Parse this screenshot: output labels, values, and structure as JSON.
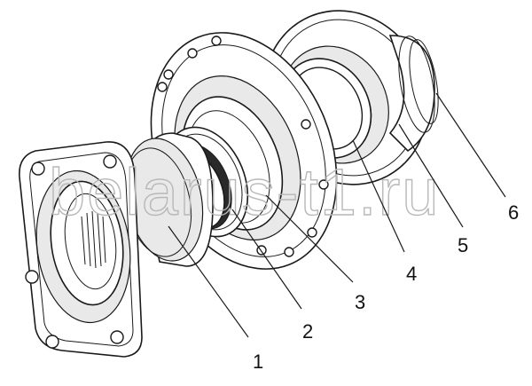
{
  "watermark": "belarus-t1.ru",
  "callouts": [
    {
      "label": "1"
    },
    {
      "label": "2"
    },
    {
      "label": "3"
    },
    {
      "label": "4"
    },
    {
      "label": "5"
    },
    {
      "label": "6"
    }
  ]
}
